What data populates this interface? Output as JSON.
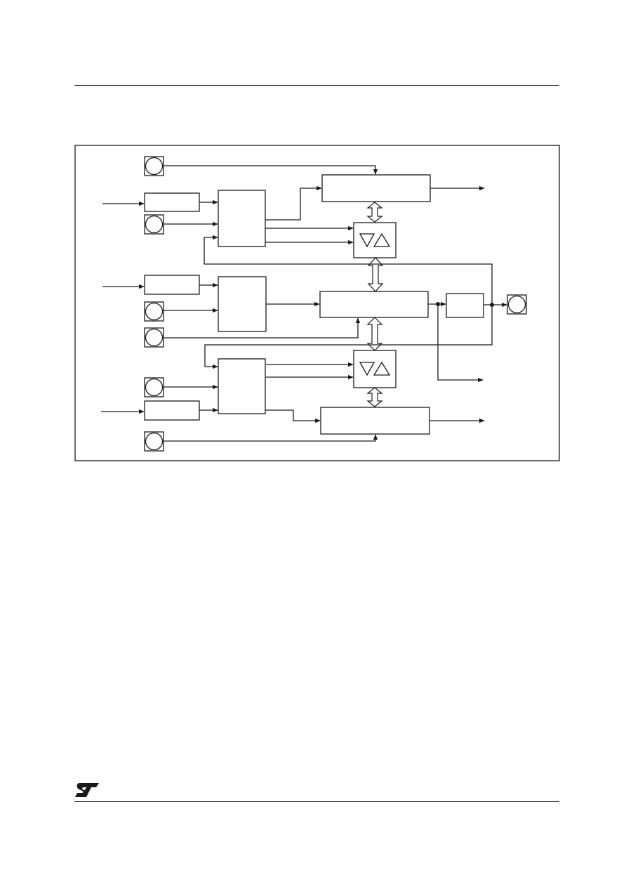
{
  "page": {
    "logo": "ST",
    "colors": {
      "line": "#1a1a1a",
      "background": "#ffffff"
    }
  },
  "diagram": {
    "description_free": true,
    "blocks": [
      {
        "id": "top-output-block",
        "label": ""
      },
      {
        "id": "middle-block",
        "label": ""
      },
      {
        "id": "bottom-output-block",
        "label": ""
      },
      {
        "id": "right-small-block",
        "label": ""
      },
      {
        "id": "top-mux",
        "label": ""
      },
      {
        "id": "middle-mux",
        "label": ""
      },
      {
        "id": "bottom-mux",
        "label": ""
      },
      {
        "id": "input-block-1",
        "label": ""
      },
      {
        "id": "input-block-2",
        "label": ""
      },
      {
        "id": "input-block-3",
        "label": ""
      },
      {
        "id": "updown-comparator-1",
        "label": ""
      },
      {
        "id": "updown-comparator-2",
        "label": ""
      }
    ],
    "pins": [
      {
        "id": "pin-1",
        "label": ""
      },
      {
        "id": "pin-2",
        "label": ""
      },
      {
        "id": "pin-3",
        "label": ""
      },
      {
        "id": "pin-4",
        "label": ""
      },
      {
        "id": "pin-5",
        "label": ""
      },
      {
        "id": "pin-6",
        "label": ""
      },
      {
        "id": "pin-output",
        "label": ""
      }
    ]
  }
}
